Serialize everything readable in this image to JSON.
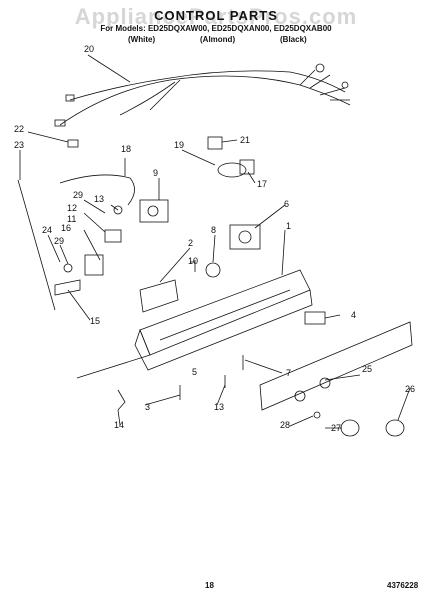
{
  "header": {
    "title": "CONTROL PARTS",
    "watermark": "AppliancePartsPros.com",
    "models": "For Models: ED25DQXAW00, ED25DQXAN00, ED25DQXAB00",
    "colors": [
      "(White)",
      "(Almond)",
      "(Black)"
    ]
  },
  "callouts": [
    "20",
    "22",
    "23",
    "18",
    "21",
    "19",
    "17",
    "9",
    "13",
    "29",
    "12",
    "11",
    "16",
    "24",
    "29",
    "6",
    "8",
    "2",
    "10",
    "1",
    "15",
    "4",
    "25",
    "7",
    "26",
    "28",
    "27",
    "3",
    "13",
    "14",
    "5"
  ],
  "footer": {
    "page": "18",
    "doc_number": "4376228"
  }
}
